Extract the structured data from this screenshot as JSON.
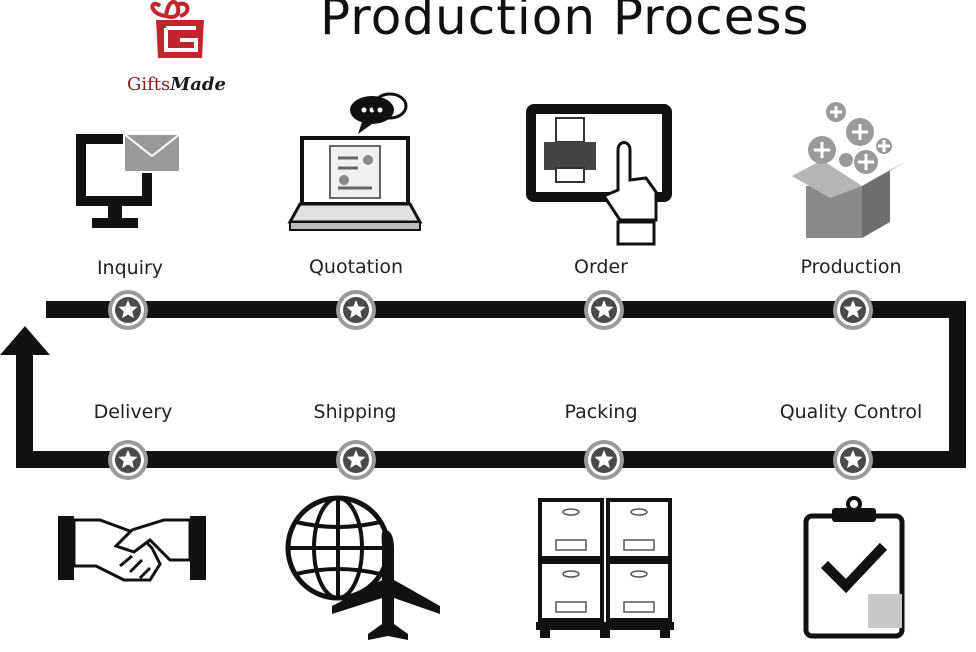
{
  "title": "Production Process",
  "brand": {
    "name_part1": "Gifts",
    "name_part2": "Made",
    "accent_color": "#c0262d"
  },
  "top_row": [
    {
      "label": "Inquiry",
      "icon": "computer-mail-icon"
    },
    {
      "label": "Quotation",
      "icon": "laptop-chat-icon"
    },
    {
      "label": "Order",
      "icon": "tablet-printer-touch-icon"
    },
    {
      "label": "Production",
      "icon": "box-plus-icon"
    }
  ],
  "bottom_row": [
    {
      "label": "Delivery",
      "icon": "handshake-icon"
    },
    {
      "label": "Shipping",
      "icon": "globe-airplane-icon"
    },
    {
      "label": "Packing",
      "icon": "boxes-pallet-icon"
    },
    {
      "label": "Quality Control",
      "icon": "clipboard-check-icon"
    }
  ],
  "colors": {
    "track": "#111111",
    "node_ring": "#9a9a9a",
    "node_fill": "#4a4a4a"
  }
}
